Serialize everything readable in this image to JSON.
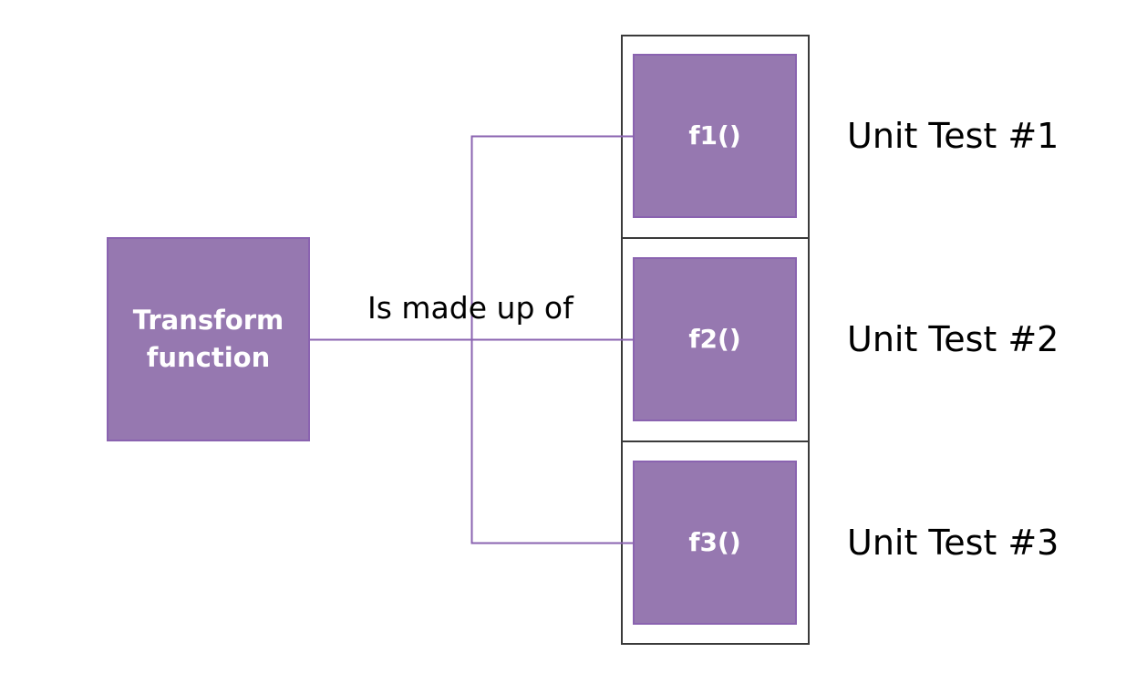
{
  "colors": {
    "box_fill": "#9678b0",
    "box_border": "#8a63b0",
    "connector": "#8a63b0",
    "outer_border": "#3a3a3a",
    "text_on_box": "#ffffff",
    "text": "#000000"
  },
  "diagram": {
    "source": {
      "label_line1": "Transform",
      "label_line2": "function"
    },
    "edge_label": "Is made up of",
    "functions": [
      {
        "label": "f1()",
        "test_label": "Unit Test #1"
      },
      {
        "label": "f2()",
        "test_label": "Unit Test #2"
      },
      {
        "label": "f3()",
        "test_label": "Unit Test #3"
      }
    ]
  }
}
